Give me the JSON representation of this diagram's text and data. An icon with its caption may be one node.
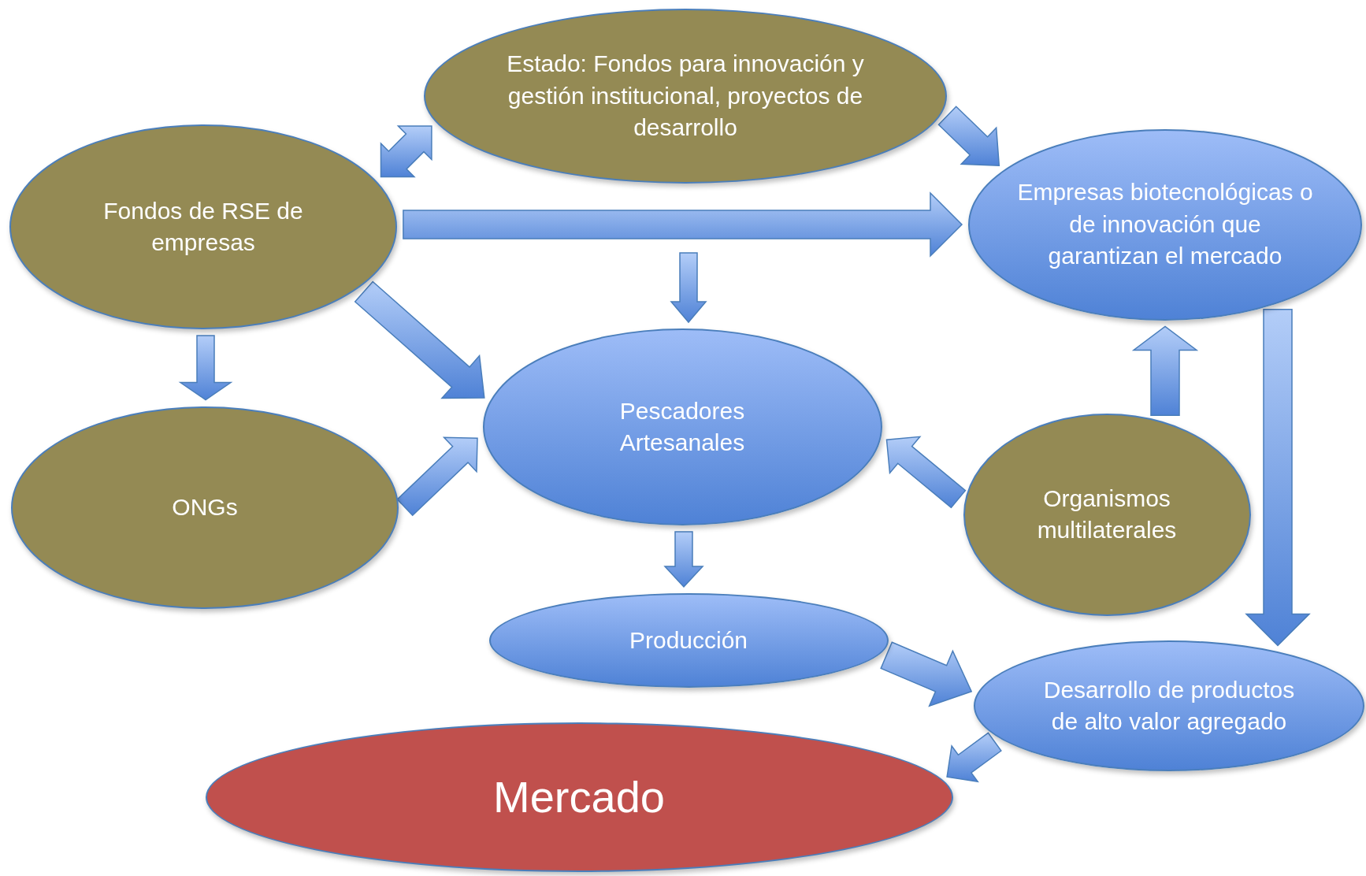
{
  "diagram": {
    "nodes": [
      {
        "text": [
          "Estado: Fondos para innovación y gestión institucional, proyectos de desarrollo"
        ]
      },
      {
        "text": [
          "Fondos de RSE de empresas"
        ]
      },
      {
        "text": [
          "Empresas biotecnológicas o de innovación que garantizan el mercado"
        ]
      },
      {
        "text": [
          "ONGs"
        ]
      },
      {
        "text": [
          "Pescadores Artesanales"
        ]
      },
      {
        "text": [
          "Organismos multilaterales"
        ]
      },
      {
        "text": [
          "Producción"
        ]
      },
      {
        "text": [
          "Desarrollo de productos de alto valor agregado"
        ]
      },
      {
        "text": [
          "Mercado"
        ]
      }
    ],
    "edges": [
      {
        "from": 1,
        "to": 0,
        "arrow": "both"
      },
      {
        "from": 0,
        "to": 2,
        "arrow": "to"
      },
      {
        "from": 1,
        "to": 2,
        "arrow": "to"
      },
      {
        "from": null,
        "to": 4,
        "arrow": "to"
      },
      {
        "from": 1,
        "to": 4,
        "arrow": "to"
      },
      {
        "from": 1,
        "to": 3,
        "arrow": "to"
      },
      {
        "from": 3,
        "to": 4,
        "arrow": "to"
      },
      {
        "from": 5,
        "to": 4,
        "arrow": "to"
      },
      {
        "from": 5,
        "to": 2,
        "arrow": "to"
      },
      {
        "from": 2,
        "to": 7,
        "arrow": "to"
      },
      {
        "from": 4,
        "to": 6,
        "arrow": "to"
      },
      {
        "from": 6,
        "to": 7,
        "arrow": "to"
      },
      {
        "from": 7,
        "to": 8,
        "arrow": "to"
      }
    ]
  }
}
